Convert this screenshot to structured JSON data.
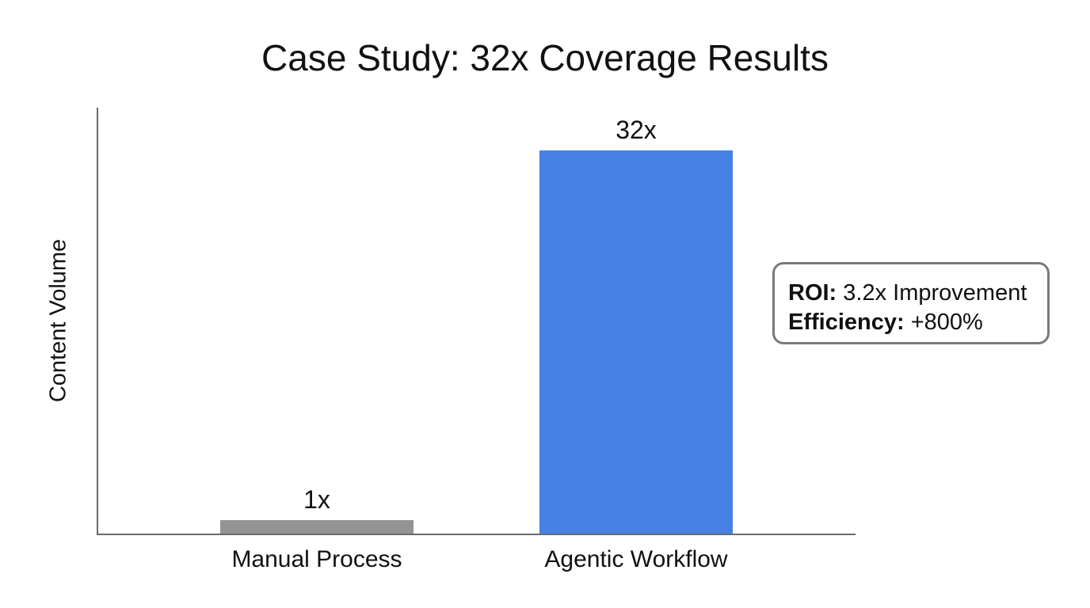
{
  "chart_data": {
    "type": "bar",
    "title": "Case Study: 32x Coverage Results",
    "xlabel": "",
    "ylabel": "Content Volume",
    "categories": [
      "Manual Process",
      "Agentic Workflow"
    ],
    "values": [
      1,
      32
    ],
    "value_labels": [
      "1x",
      "32x"
    ],
    "colors": [
      "#939393",
      "#4682e6"
    ],
    "ylim": [
      0,
      35
    ],
    "grid": false,
    "annotation": {
      "lines": [
        {
          "label": "ROI:",
          "value": "3.2x Improvement"
        },
        {
          "label": "Efficiency:",
          "value": "+800%"
        }
      ]
    }
  }
}
